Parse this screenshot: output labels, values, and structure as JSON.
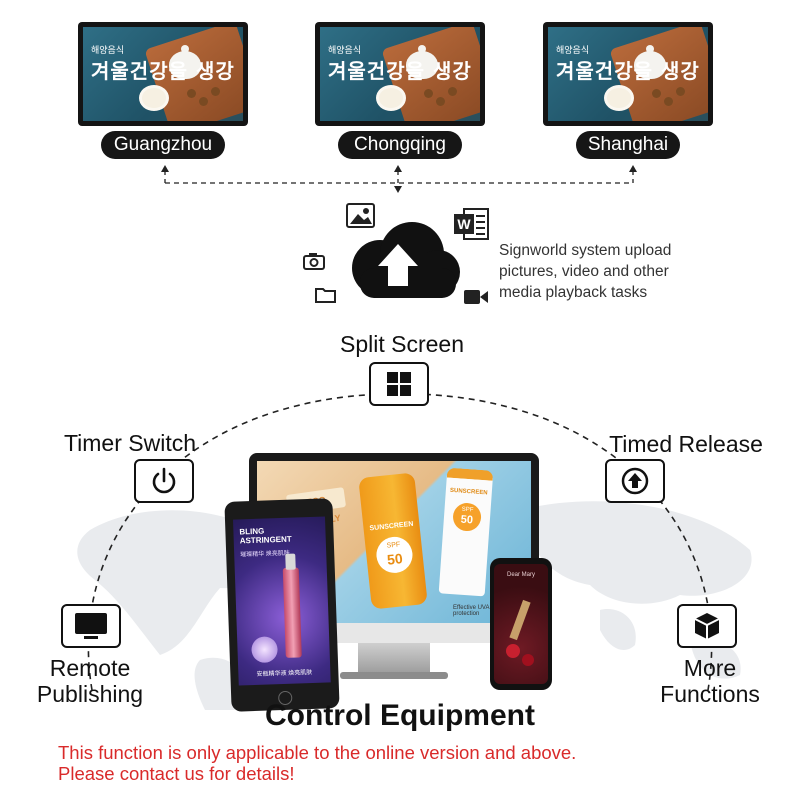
{
  "monitors": [
    {
      "city": "Guangzhou",
      "screen_text": "겨울건강을 생강",
      "screen_small": "해양음식"
    },
    {
      "city": "Chongqing",
      "screen_text": "겨울건강을 생강",
      "screen_small": "해양음식"
    },
    {
      "city": "Shanghai",
      "screen_text": "겨울건강을 생강",
      "screen_small": "해양음식"
    }
  ],
  "upload": {
    "description": "Signworld system upload pictures, video and other media playback tasks",
    "icons": [
      "image-icon",
      "word-document-icon",
      "camera-icon",
      "folder-icon",
      "video-icon",
      "cloud-upload-icon"
    ]
  },
  "features": {
    "split_screen": "Split Screen",
    "timer_switch": "Timer Switch",
    "timed_release": "Timed Release",
    "remote_publishing_1": "Remote",
    "remote_publishing_2": "Publishing",
    "more_functions_1": "More",
    "more_functions_2": "Functions"
  },
  "devices": {
    "tablet_title_1": "BLING",
    "tablet_title_2": "ASTRINGENT",
    "tablet_sub": "璀璨精华 焕亮肌肤",
    "tablet_footer": "安瓶精华液 焕亮肌肤",
    "monitor_badge": "ECO FRIENDLY",
    "bottle_brand": "SUNSCREEN",
    "bottle_spf": "SPF",
    "bottle_spf_value": "50",
    "tube_brand": "SUNSCREEN",
    "tube_spf": "SPF",
    "tube_spf_value": "50",
    "monitor_caption": "Effective UVA UVB protection",
    "phone_text": "Dear Mary"
  },
  "main_title": "Control Equipment",
  "note_line1": "This function is only applicable to the online version and above.",
  "note_line2": "Please contact us for details!",
  "colors": {
    "dark": "#161616",
    "note_red": "#d92a2a",
    "arc_dash": "#222222"
  }
}
